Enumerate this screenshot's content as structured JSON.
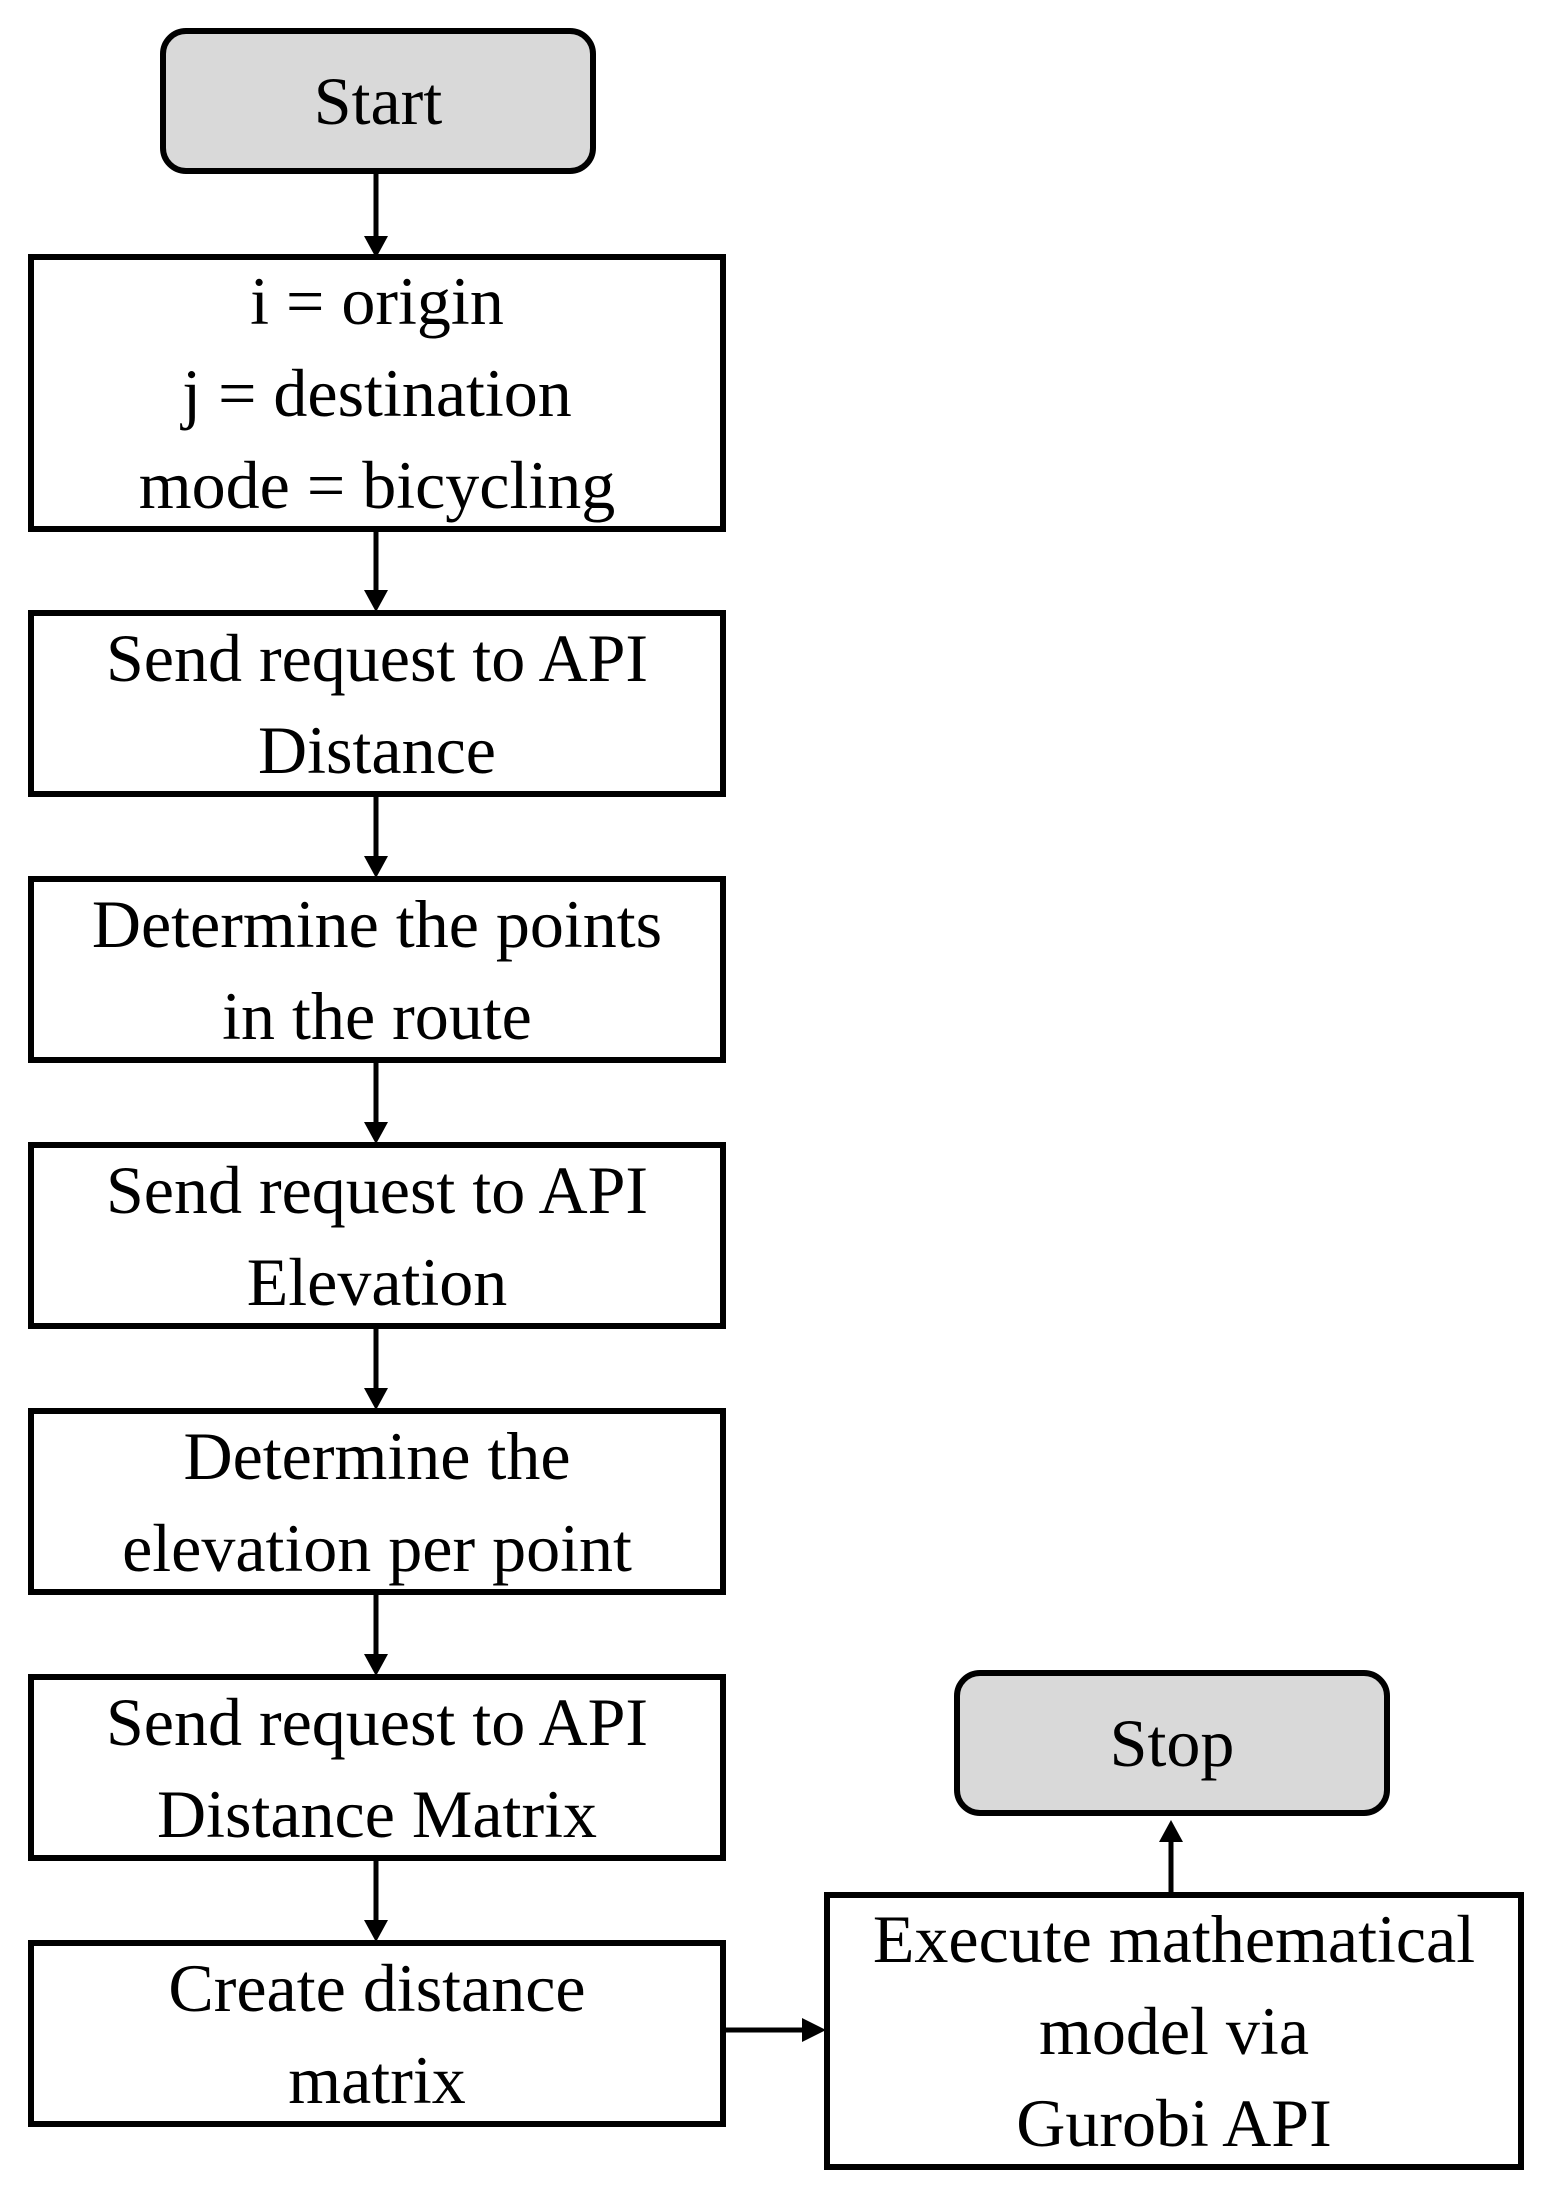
{
  "nodes": {
    "start": {
      "label": "Start"
    },
    "init": {
      "lines": [
        "i = origin",
        "j = destination",
        "mode = bicycling"
      ]
    },
    "api_distance": {
      "lines": [
        "Send request to API",
        "Distance"
      ]
    },
    "route_points": {
      "lines": [
        "Determine the points",
        "in the route"
      ]
    },
    "api_elevation": {
      "lines": [
        "Send request to API",
        "Elevation"
      ]
    },
    "elevation_per_point": {
      "lines": [
        "Determine the",
        "elevation per point"
      ]
    },
    "api_distance_matrix": {
      "lines": [
        "Send request to API",
        "Distance Matrix"
      ]
    },
    "create_matrix": {
      "lines": [
        "Create distance",
        "matrix"
      ]
    },
    "execute_model": {
      "lines": [
        "Execute mathematical",
        "model via",
        "Gurobi API"
      ]
    },
    "stop": {
      "label": "Stop"
    }
  },
  "colors": {
    "terminal_fill": "#d9d9d9",
    "process_fill": "#ffffff",
    "stroke": "#000000"
  }
}
